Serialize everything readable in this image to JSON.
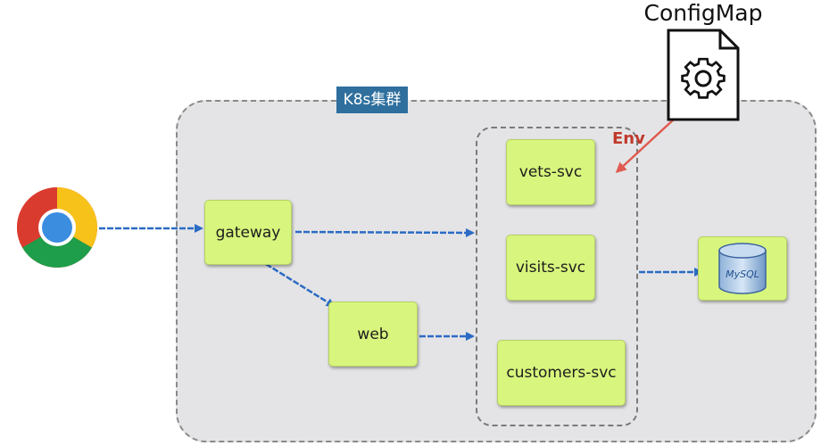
{
  "cluster": {
    "label": "K8s集群"
  },
  "configmap": {
    "title": "ConfigMap",
    "icon": "gear-document-icon"
  },
  "env_label": "Env",
  "browser": {
    "icon": "chrome-browser-icon"
  },
  "nodes": {
    "gateway": "gateway",
    "web": "web",
    "vets": "vets-svc",
    "visits": "visits-svc",
    "customers": "customers-svc"
  },
  "database": {
    "icon": "mysql-database-icon",
    "label": "MySQL"
  },
  "colors": {
    "node_fill": "#d8f57d",
    "cluster_fill": "#e4e4e6",
    "cluster_label_bg": "#2e6f9e",
    "arrow_blue": "#2b6bc4",
    "arrow_red": "#e05a50",
    "env_red": "#c0392b"
  },
  "edges": [
    {
      "from": "browser",
      "to": "gateway",
      "color": "blue"
    },
    {
      "from": "gateway",
      "to": "services",
      "color": "blue"
    },
    {
      "from": "gateway",
      "to": "web",
      "color": "blue"
    },
    {
      "from": "web",
      "to": "services",
      "color": "blue"
    },
    {
      "from": "services",
      "to": "database",
      "color": "blue"
    },
    {
      "from": "configmap",
      "to": "vets",
      "color": "red"
    }
  ]
}
